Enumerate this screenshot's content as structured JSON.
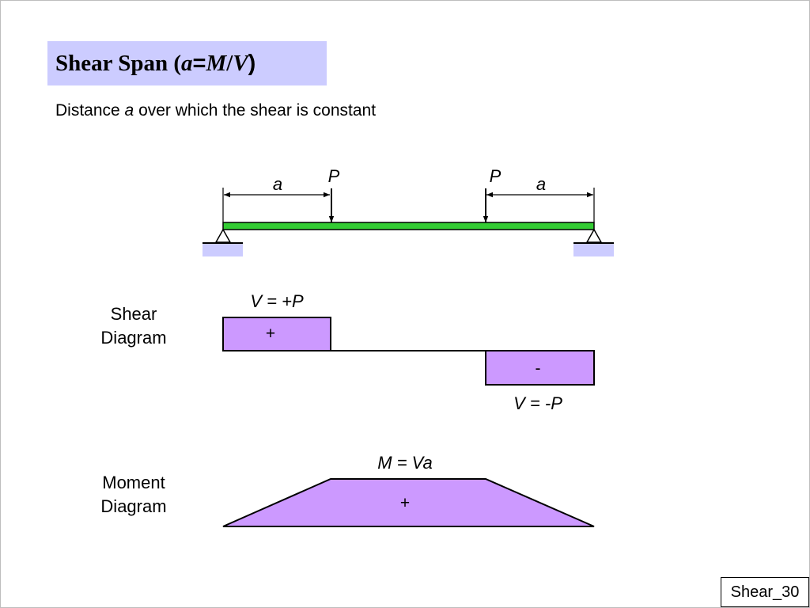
{
  "title": {
    "prefix": "Shear Span (",
    "a": "a",
    "eq": " = ",
    "m": "M",
    "slash": " /",
    "v": "V",
    "suffix": " )"
  },
  "subtitle": {
    "before": "Distance ",
    "a": "a",
    "after": " over which the shear is constant"
  },
  "beam": {
    "load_left": "P",
    "load_right": "P",
    "dim_left": "a",
    "dim_right": "a"
  },
  "shear_diagram": {
    "label_line1": "Shear",
    "label_line2": "Diagram",
    "pos_value": "V = +P",
    "neg_value": "V = -P",
    "pos_sign": "+",
    "neg_sign": "-"
  },
  "moment_diagram": {
    "label_line1": "Moment",
    "label_line2": "Diagram",
    "max_value": "M = Va",
    "sign": "+"
  },
  "slide_number": "Shear_30",
  "colors": {
    "title_bg": "#ccccff",
    "beam": "#33cc33",
    "support_base": "#ccccff",
    "diagram_fill": "#cc99ff"
  }
}
